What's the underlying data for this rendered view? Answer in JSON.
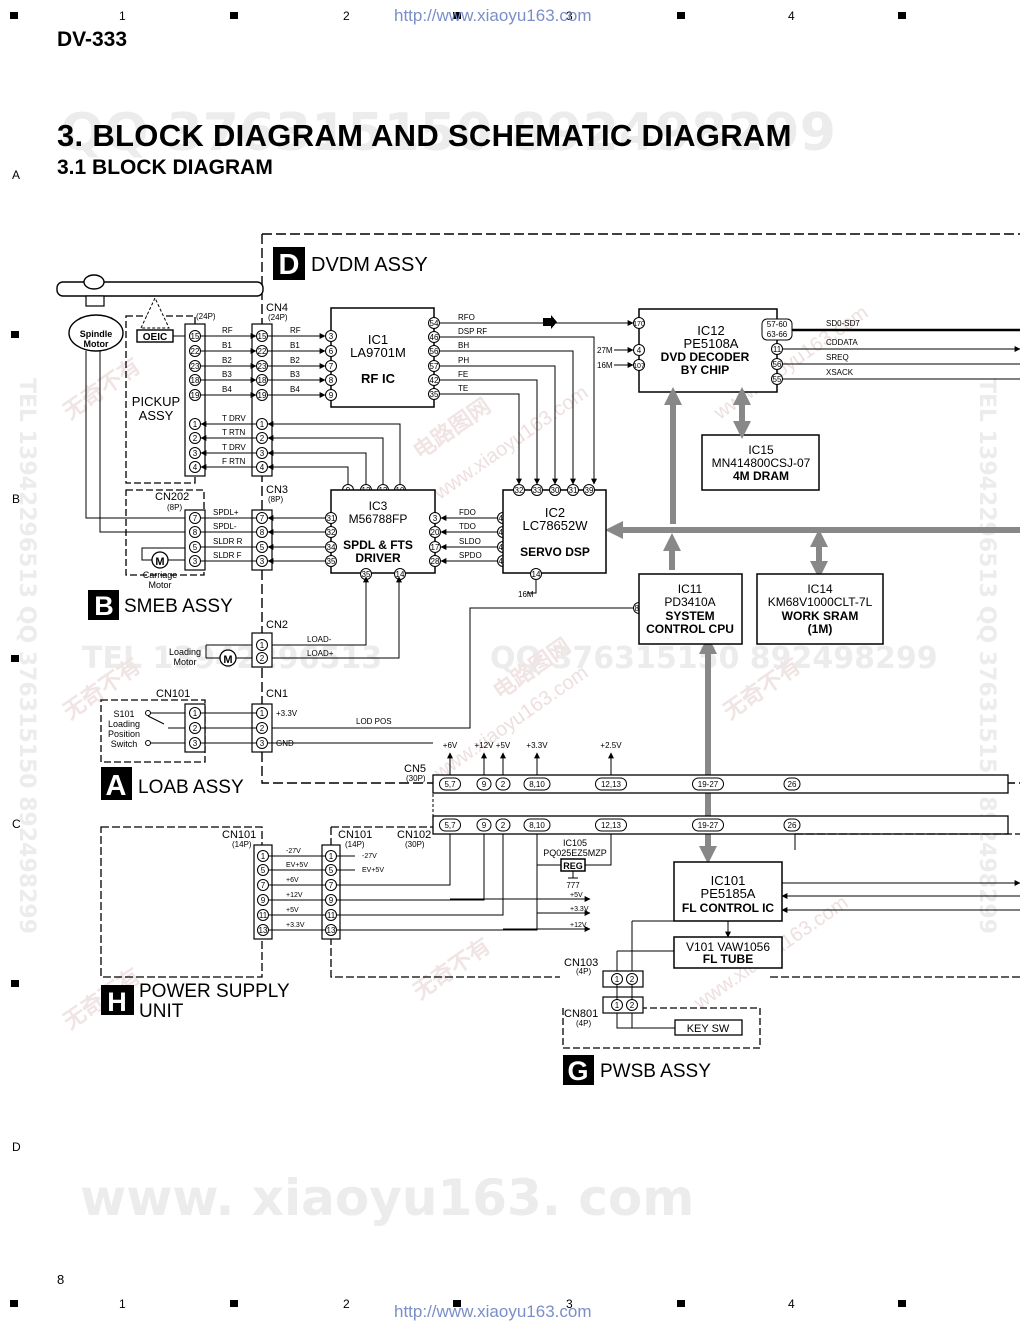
{
  "header": {
    "model": "DV-333",
    "url_top": "http://www.xiaoyu163.com",
    "url_bottom": "http://www.xiaoyu163.com",
    "col_numbers": [
      "1",
      "2",
      "3",
      "4"
    ],
    "row_letters": [
      "A",
      "B",
      "C",
      "D"
    ],
    "title": "3. BLOCK DIAGRAM AND SCHEMATIC DIAGRAM",
    "subtitle": "3.1 BLOCK DIAGRAM",
    "page_number": "8"
  },
  "watermarks": {
    "qq_top": "QQ 376315150   892498299",
    "tel_mid": "TEL 13942296513",
    "qq_mid": "QQ 376315150   892498299",
    "www_bottom": "www. xiaoyu163. com",
    "tel_side_left": "TEL 13942296513  QQ 376315150  892498299",
    "tel_side_right": "TEL 13942296513  QQ 376315150  892498299",
    "chinese_1": "无奇不有",
    "chinese_2": "电路图网",
    "diag_url": "www.xiaoyu163.com"
  },
  "assemblies": {
    "dvdm": {
      "letter": "D",
      "name": "DVDM ASSY"
    },
    "smeb": {
      "letter": "B",
      "name": "SMEB ASSY"
    },
    "loab": {
      "letter": "A",
      "name": "LOAB ASSY"
    },
    "power": {
      "letter": "H",
      "name_line1": "POWER SUPPLY",
      "name_line2": "UNIT"
    },
    "pwsb": {
      "letter": "G",
      "name": "PWSB ASSY"
    }
  },
  "pickup": {
    "spindle_line1": "Spindle",
    "spindle_line2": "Motor",
    "oeic": "OEIC",
    "label_line1": "PICKUP",
    "label_line2": "ASSY",
    "conn_24p": "(24P)"
  },
  "cn4": {
    "name": "CN4",
    "pins": "(24P)"
  },
  "cn3": {
    "name": "CN3",
    "pins": "(8P)"
  },
  "cn202": {
    "name": "CN202",
    "pins": "(8P)"
  },
  "cn2": {
    "name": "CN2"
  },
  "cn1": {
    "name": "CN1"
  },
  "cn101_loab": {
    "name": "CN101"
  },
  "cn5": {
    "name": "CN5",
    "pins": "(30P)"
  },
  "cn101_ps": {
    "name": "CN101",
    "pins": "(14P)"
  },
  "cn101_b": {
    "name": "CN101",
    "pins": "(14P)"
  },
  "cn102": {
    "name": "CN102",
    "pins": "(30P)"
  },
  "cn103": {
    "name": "CN103",
    "pins": "(4P)"
  },
  "cn801": {
    "name": "CN801",
    "pins": "(4P)"
  },
  "pickup_pins": [
    "15",
    "22",
    "23",
    "18",
    "19",
    "1",
    "2",
    "3",
    "4"
  ],
  "pickup_signals": [
    "RF",
    "B1",
    "B2",
    "B3",
    "B4",
    "T DRV",
    "T RTN",
    "T DRV",
    "F RTN"
  ],
  "cn4_signals": [
    "RF",
    "B1",
    "B2",
    "B3",
    "B4"
  ],
  "ic1": {
    "ref": "IC1",
    "part": "LA9701M",
    "func": "RF IC",
    "in_pins": [
      "3",
      "6",
      "7",
      "8",
      "9"
    ],
    "out_pins": [
      "54",
      "46",
      "56",
      "57",
      "42",
      "35"
    ],
    "bottom_pins": [
      "9",
      "12",
      "13",
      "10"
    ]
  },
  "ic1_outputs": [
    "RFO",
    "DSP RF",
    "BH",
    "PH",
    "FE",
    "TE"
  ],
  "ic12": {
    "ref": "IC12",
    "part": "PE5108A",
    "func_line1": "DVD DECODER",
    "func_line2": "BY CHIP",
    "pin_in": "170",
    "pin_27m": "4",
    "pin_16m": "107",
    "out_pins": [
      "57-60 63-66",
      "11",
      "56",
      "55"
    ]
  },
  "ic12_clocks": [
    "27M",
    "16M"
  ],
  "ic12_outputs": [
    "SD0-SD7",
    "CDDATA",
    "SREQ",
    "XSACK"
  ],
  "ic15": {
    "ref": "IC15",
    "part": "MN414800CSJ-07",
    "func": "4M DRAM"
  },
  "ic3": {
    "ref": "IC3",
    "part": "M56788FP",
    "func_line1": "SPDL & FTS",
    "func_line2": "DRIVER",
    "in_pins": [
      "31",
      "32",
      "34",
      "35"
    ],
    "right_pins": [
      "3",
      "20",
      "17",
      "28"
    ],
    "bottom_pins": [
      "35",
      "14"
    ]
  },
  "ic3_signals": [
    "SPDL+",
    "SPDL-",
    "SLDR R",
    "SLDR F"
  ],
  "cn3_pins": [
    "7",
    "8",
    "5",
    "3"
  ],
  "ic2": {
    "ref": "IC2",
    "part": "LC78652W",
    "func": "SERVO DSP",
    "top_pins": [
      "32",
      "33",
      "30",
      "31",
      "39"
    ],
    "left_pins": [
      "47",
      "48",
      "45",
      "46"
    ],
    "bottom_pin": "14",
    "clock": "16M"
  },
  "ic2_signals": [
    "FDO",
    "TDO",
    "SLDO",
    "SPDO"
  ],
  "ic11": {
    "ref": "IC11",
    "part": "PD3410A",
    "func_line1": "SYSTEM",
    "func_line2": "CONTROL CPU",
    "pin": "84"
  },
  "ic14": {
    "ref": "IC14",
    "part": "KM68V1000CLT-7L",
    "func_line1": "WORK SRAM",
    "func_line2": "(1M)"
  },
  "loading_motor": {
    "label_line1": "Loading",
    "label_line2": "Motor",
    "symbol": "M",
    "pins": [
      "1",
      "2"
    ],
    "sig_minus": "LOAD-",
    "sig_plus": "LOAD+"
  },
  "carriage_motor": {
    "label_line1": "Carriage",
    "label_line2": "Motor",
    "symbol": "M"
  },
  "s101": {
    "line1": "S101",
    "line2": "Loading",
    "line3": "Position",
    "line4": "Switch",
    "pins": [
      "1",
      "2",
      "3"
    ],
    "sigs": [
      "+3.3V",
      "LOD POS",
      "GND"
    ]
  },
  "bus": {
    "supply_labels": [
      "+6V",
      "+12V",
      "+5V",
      "+3.3V",
      "+2.5V"
    ],
    "pins": [
      "5,7",
      "9",
      "2",
      "8,10",
      "12,13",
      "19-27",
      "26"
    ]
  },
  "ps_pins": [
    "1",
    "5",
    "7",
    "9",
    "11",
    "13"
  ],
  "ps_signals": [
    "-27V",
    "EV+5V",
    "+6V",
    "+12V",
    "+5V",
    "+3.3V"
  ],
  "ps_out_labels": [
    "-27V",
    "EV+5V"
  ],
  "ic105": {
    "ref": "IC105",
    "part": "PQ025EZ5MZP",
    "box": "REG",
    "mark": "777"
  },
  "right_rails": [
    "+5V",
    "+3.3V",
    "+12V"
  ],
  "ic101": {
    "ref": "IC101",
    "part": "PE5185A",
    "func": "FL CONTROL IC"
  },
  "v101": {
    "ref": "V101 VAW1056",
    "func": "FL TUBE"
  },
  "cn103_pins": [
    "1",
    "2"
  ],
  "cn801_pins": [
    "1",
    "2"
  ],
  "key_sw": "KEY SW"
}
